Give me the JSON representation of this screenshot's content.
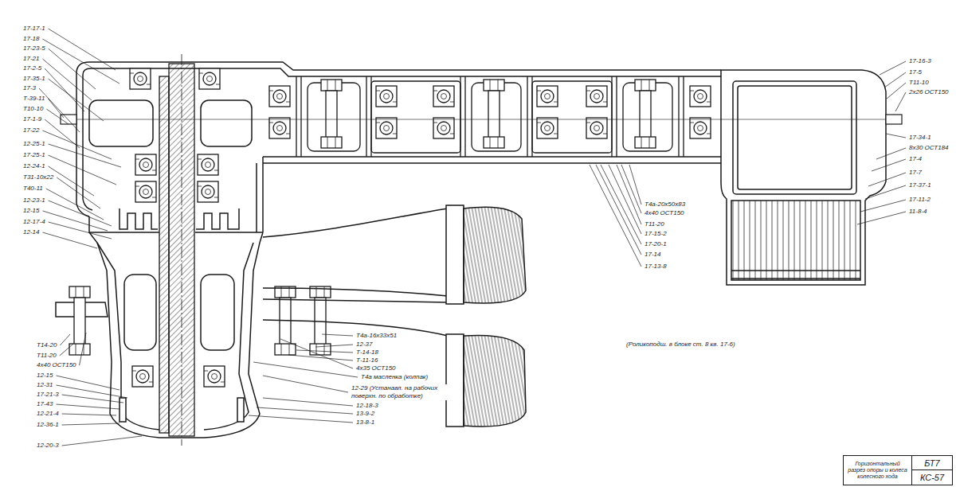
{
  "diagram": {
    "nodes": [
      {
        "text": [
          "Горизонтальный разрез опоры и колеса колесного хода"
        ]
      },
      {
        "text": [
          "БТ7"
        ]
      },
      {
        "text": [
          "КС-57"
        ]
      }
    ],
    "labels": [
      "17-17-1",
      "17-18",
      "17-23-5",
      "17-21",
      "17-2-5",
      "17-35-1",
      "17-3",
      "Т-39-11",
      "Т10-10",
      "17-1-9",
      "17-22",
      "12-25-1",
      "17-25-1",
      "12-24-1",
      "Т31-10х22",
      "Т40-11",
      "12-23-1",
      "12-15",
      "12-17-4",
      "12-14",
      "Т14-20",
      "Т11-20",
      "4х40 ОСТ150",
      "12-15",
      "12-31",
      "17-21-3",
      "17-43",
      "12-21-4",
      "12-36-1",
      "12-20-3",
      "Т4а-16х33х51",
      "12-37",
      "Т-14-18",
      "Т-11-16",
      "4х35 ОСТ150",
      "Т4а масленка (колпак)",
      "12-29 (Устанавл. на рабочих поверхн. по обработке)",
      "12-18-3",
      "13-9-2",
      "13-8-1",
      "Т4а-20х50х83",
      "4х40 ОСТ150",
      "Т11-20",
      "17-15-2",
      "17-20-1",
      "17-14",
      "17-13-8",
      "(Роликоподш. в блоке ст. 8 кв. 17-6)",
      "17-16-3",
      "17-5",
      "Т11-10",
      "2х26 ОСТ150",
      "17-34-1",
      "8х30 ОСТ184",
      "17-4",
      "17-7",
      "17-37-1",
      "17-11-2",
      "11-8-4"
    ]
  }
}
